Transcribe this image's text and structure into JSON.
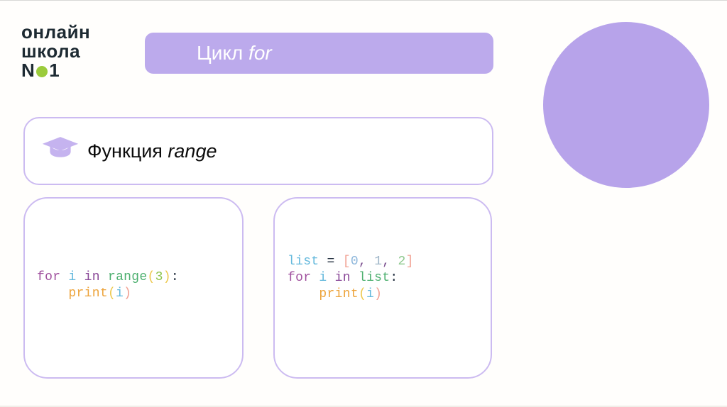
{
  "logo": {
    "line1": "онлайн",
    "line2": "школа",
    "line3_prefix": "N",
    "line3_suffix": "1",
    "dot_color": "#9bcb3b",
    "text_color": "#1d2a32"
  },
  "header": {
    "title_regular": "Цикл ",
    "title_italic": "for",
    "banner_color": "#bcaaec",
    "text_color": "#ffffff"
  },
  "decoration": {
    "circle_color": "#b7a3ea"
  },
  "lesson": {
    "icon": "graduation-cap-icon",
    "icon_color": "#c5b3ef",
    "label_regular": "Функция ",
    "label_italic": "range",
    "border_color": "#ccbbf1"
  },
  "palette": {
    "keyword_for": "#a0519e",
    "keyword_in": "#8a4898",
    "variable": "#63b8dc",
    "function_green": "#4caf6e",
    "paren_yellow": "#edc84b",
    "number_green": "#8bc34a",
    "print_orange": "#eda43c",
    "bracket_salmon": "#f2a193",
    "plain": "#233040",
    "comma_purple": "#7a4e8e",
    "num_lightblue": "#8fb8dc",
    "num_gray": "#9fb6c8",
    "num_lightgreen": "#8fc98f"
  },
  "code_blocks": [
    {
      "name": "range-example",
      "lines": [
        [
          {
            "t": "for",
            "c": "keyword_for"
          },
          {
            "t": " ",
            "c": "plain"
          },
          {
            "t": "i",
            "c": "variable"
          },
          {
            "t": " ",
            "c": "plain"
          },
          {
            "t": "in",
            "c": "keyword_in"
          },
          {
            "t": " ",
            "c": "plain"
          },
          {
            "t": "range",
            "c": "function_green"
          },
          {
            "t": "(",
            "c": "paren_yellow"
          },
          {
            "t": "3",
            "c": "number_green"
          },
          {
            "t": ")",
            "c": "paren_yellow"
          },
          {
            "t": ":",
            "c": "plain"
          }
        ],
        [
          {
            "t": "    ",
            "c": "plain"
          },
          {
            "t": "print",
            "c": "print_orange"
          },
          {
            "t": "(",
            "c": "paren_yellow"
          },
          {
            "t": "i",
            "c": "variable"
          },
          {
            "t": ")",
            "c": "bracket_salmon"
          }
        ]
      ]
    },
    {
      "name": "list-example",
      "lines": [
        [
          {
            "t": "list",
            "c": "variable"
          },
          {
            "t": " ",
            "c": "plain"
          },
          {
            "t": "=",
            "c": "plain"
          },
          {
            "t": " ",
            "c": "plain"
          },
          {
            "t": "[",
            "c": "bracket_salmon"
          },
          {
            "t": "0",
            "c": "num_lightblue"
          },
          {
            "t": ",",
            "c": "comma_purple"
          },
          {
            "t": " ",
            "c": "plain"
          },
          {
            "t": "1",
            "c": "num_gray"
          },
          {
            "t": ",",
            "c": "comma_purple"
          },
          {
            "t": " ",
            "c": "plain"
          },
          {
            "t": "2",
            "c": "num_lightgreen"
          },
          {
            "t": "]",
            "c": "bracket_salmon"
          }
        ],
        [
          {
            "t": "for",
            "c": "keyword_for"
          },
          {
            "t": " ",
            "c": "plain"
          },
          {
            "t": "i",
            "c": "variable"
          },
          {
            "t": " ",
            "c": "plain"
          },
          {
            "t": "in",
            "c": "keyword_in"
          },
          {
            "t": " ",
            "c": "plain"
          },
          {
            "t": "list",
            "c": "function_green"
          },
          {
            "t": ":",
            "c": "plain"
          }
        ],
        [
          {
            "t": "    ",
            "c": "plain"
          },
          {
            "t": "print",
            "c": "print_orange"
          },
          {
            "t": "(",
            "c": "paren_yellow"
          },
          {
            "t": "i",
            "c": "variable"
          },
          {
            "t": ")",
            "c": "bracket_salmon"
          }
        ]
      ]
    }
  ]
}
